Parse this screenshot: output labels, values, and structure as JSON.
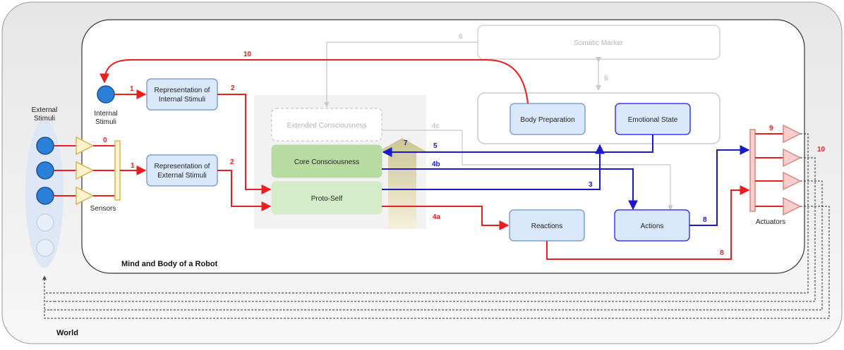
{
  "world": {
    "label": "World"
  },
  "robot": {
    "label": "Mind and Body of a Robot"
  },
  "external_stimuli": {
    "label_line1": "External",
    "label_line2": "Stimuli"
  },
  "internal_stimuli": {
    "label_line1": "Internal",
    "label_line2": "Stimuli"
  },
  "sensors": {
    "label": "Sensors"
  },
  "actuators": {
    "label": "Actuators"
  },
  "boxes": {
    "rep_internal_line1": "Representation of",
    "rep_internal_line2": "Internal Stimuli",
    "rep_external_line1": "Representation of",
    "rep_external_line2": "External Stimuli",
    "extended_consciousness": "Extended Consciousness",
    "core_consciousness": "Core Consciousness",
    "proto_self": "Proto-Self",
    "somatic_marker": "Somatic Marker",
    "body_preparation": "Body Preparation",
    "emotional_state": "Emotional State",
    "reactions": "Reactions",
    "actions": "Actions"
  },
  "edge_labels": {
    "e0": "0",
    "e1a": "1",
    "e1b": "1",
    "e2a": "2",
    "e2b": "2",
    "e3": "3",
    "e4a": "4a",
    "e4b": "4b",
    "e4c": "4c",
    "e5": "5",
    "e6a": "6",
    "e6b": "6",
    "e7": "7",
    "e8a": "8",
    "e8b": "8",
    "e9": "9",
    "e10a": "10",
    "e10b": "10"
  },
  "colors": {
    "red": "#ee1c1c",
    "blue": "#1a1acc",
    "grey": "#c8c8c8",
    "box_fill": "#dae8fc",
    "box_stroke": "#7f9fd8",
    "green_fill": "#b7dba0",
    "green_light_fill": "#d5ecc8",
    "sensor_fill": "#fff2cc",
    "sensor_stroke": "#d6b656",
    "actuator_fill": "#f8cecc",
    "actuator_stroke": "#d98680",
    "circle_fill": "#2a7fd6"
  }
}
